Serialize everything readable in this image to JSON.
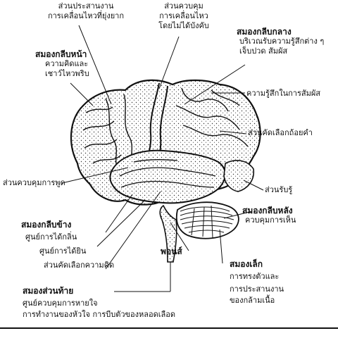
{
  "labels": {
    "motor_coord": [
      "ส่วนประสานงาน",
      "การเคลื่อนไหวที่ยุ่งยาก"
    ],
    "motor_control": [
      "ส่วนควบคุม",
      "การเคลื่อนไหว",
      "โดยไม่ได้บังคับ"
    ],
    "parietal": {
      "title": "สมองกลีบกลาง",
      "desc": [
        "บริเวณรับความรู้สึกต่าง ๆ",
        "เจ็บปวด สัมผัส"
      ]
    },
    "frontal": {
      "title": "สมองกลีบหน้า",
      "desc": [
        "ความคิดและ",
        "เชาว์ไหวพริบ"
      ]
    },
    "touch_sense": "ความรู้สึกในการสัมผัส",
    "word_select": "ส่วนคัดเลือกถ้อยคำ",
    "speech_control": "ส่วนควบคุมการพูด",
    "vision": "ส่วนรับรู้",
    "occipital": {
      "title": "สมองกลีบหลัง",
      "desc": "ควบคุมการเห็น"
    },
    "temporal": {
      "title": "สมองกลีบข้าง",
      "desc": [
        "ศูนย์การได้กลิ่น",
        "ศูนย์การได้ยิน",
        "ส่วนคัดเลือกความคิด"
      ]
    },
    "pons": "พอนส์",
    "cerebellum": {
      "title": "สมองเล็ก",
      "desc": [
        "การทรงตัวและ",
        "การประสานงาน",
        "ของกล้ามเนื้อ"
      ]
    },
    "brainstem": {
      "title": "สมองส่วนท้าย",
      "desc": [
        "ศูนย์ควบคุมการหายใจ",
        "การทำงานของหัวใจ การบีบตัวของหลอดเลือด"
      ]
    }
  }
}
